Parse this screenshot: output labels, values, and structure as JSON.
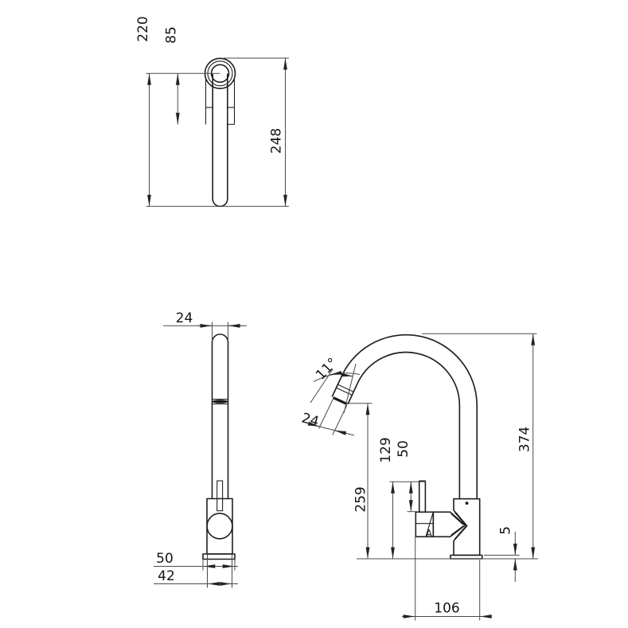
{
  "drawing": {
    "title": "faucet-technical-drawing",
    "background": "#ffffff",
    "object_line_color": "#1f1f1f",
    "dimension_line_color": "#4a4a4a",
    "views": {
      "top": {
        "label": "top-view",
        "dims": {
          "center_to_tube_end": "220",
          "center_to_body_edge": "85",
          "overall_reach": "248"
        }
      },
      "side": {
        "label": "side-view",
        "dims": {
          "tube_width": "24",
          "base_plate_width": "50",
          "body_width": "42"
        }
      },
      "front": {
        "label": "front-view",
        "dims": {
          "spout_angle": "11°",
          "nozzle_diameter": "24",
          "overall_height": "374",
          "lever_top_height": "129",
          "lever_length": "50",
          "spout_outlet_height": "259",
          "base_plate_thickness": "5",
          "body_depth": "106"
        }
      }
    }
  }
}
